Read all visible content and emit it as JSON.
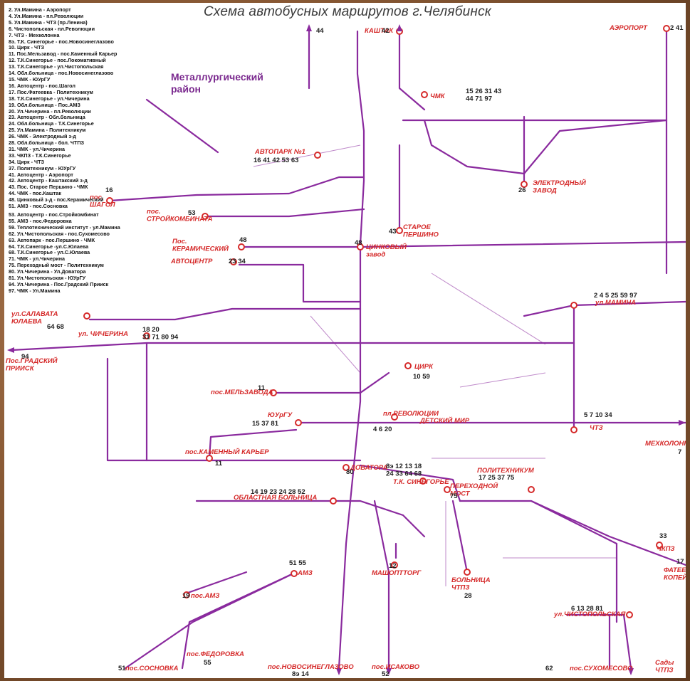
{
  "title": "Схема автобусных маршрутов г.Челябинск",
  "district_label": [
    "Металлургический",
    "район"
  ],
  "legend_top": [
    "2. Ул.Мамина - Аэропорт",
    "4. Ул.Мамина - пл.Революции",
    "5. Ул.Мамина - ЧТЗ (пр.Ленина)",
    "6. Чистопольская - пл.Революции",
    "7. ЧТЗ - Мехколонна",
    "8э. Т.К. Синегорье - пос.Новосинеглазово",
    "10. Цирк - ЧТЗ",
    "11. Пос.Мельзавод - пос.Каменный Карьер",
    "12. Т.К.Синегорье - пос.Локомативный",
    "13. Т.К.Синегорье - ул.Чистопольская",
    "14. Обл.больница - пос.Новосинеглазово",
    "15. ЧМК - ЮУрГУ",
    "16. Автоцентр - пос.Шагол",
    "17. Пос.Фатеевка - Политехникум",
    "18. Т.К.Синегорье - ул.Чичерина",
    "19. Обл.больница - Пос.АМЗ",
    "20. Ул.Чичерина - пл.Революции",
    "23. Автоцентр - Обл.больница",
    "24. Обл.больница - Т.К.Синегорье",
    "25. Ул.Мамина - Политехникум",
    "26. ЧМК - Электродный з-д",
    "28. Обл.больница - бол. ЧТПЗ",
    "31. ЧМК - ул.Чичерина",
    "33. ЧКПЗ - Т.К.Синегорье",
    "34. Цирк - ЧТЗ",
    "37. Политехникум - ЮУрГУ",
    "41. Автоцентр - Аэропорт",
    "42. Автоцентр - Каштакский з-д",
    "43. Пос. Старое Першино - ЧМК",
    "44. ЧМК - пос.Каштак",
    "48. Цинковый з-д - пос.Керамический",
    "51. АМЗ - пос.Сосновка"
  ],
  "legend_bottom": [
    "53. Автоцентр - пос.Стройкомбинат",
    "55. АМЗ - пос.Федоровка",
    "59. Теплотехнический институт - ул.Мамина",
    "62. Ул.Чистопольская - пос.Сухомесово",
    "63. Автопарк - пос.Першино - ЧМК",
    "64. Т.К.Синегорье -ул.С.Юлаева",
    "68. Т.К.Синегорье - ул.С.Юлаева",
    "71. ЧМК - ул.Чичерина",
    "75. Переходный мост - Политехникум",
    "80. Ул.Чичерина - Ул.Доватора",
    "81. Ул.Чистопольская - ЮУрГУ",
    "94. Ул.Чичерина - Пос.Градский Прииск",
    "97. ЧМК - Ул.Мамина"
  ],
  "stops": [
    {
      "id": "kashtak",
      "name": "КАШТАК",
      "routes": "42"
    },
    {
      "id": "kashtak44",
      "name": "",
      "routes": "44"
    },
    {
      "id": "aeroport",
      "name": "АЭРОПОРТ",
      "routes": "2 41"
    },
    {
      "id": "chmk",
      "name": "ЧМК",
      "routes": "15 26 31 43\n44 71 97"
    },
    {
      "id": "avtopark",
      "name": "АВТОПАРК №1",
      "routes": "16 41 42 53 63"
    },
    {
      "id": "electrod",
      "name": "ЭЛЕКТРОДНЫЙ\nЗАВОД",
      "routes": "26"
    },
    {
      "id": "shagol",
      "name": "пос.\nШАГОЛ",
      "routes": "16"
    },
    {
      "id": "stroikomb",
      "name": "пос.\nСТРОЙКОМБИНАТА",
      "routes": "53"
    },
    {
      "id": "keram",
      "name": "Пос.\nКЕРАМИЧЕСКИЙ",
      "routes": "48"
    },
    {
      "id": "tsink",
      "name": "ЦИНКОВЫЙ\nзавод",
      "routes": "48"
    },
    {
      "id": "pershino",
      "name": "СТАРОЕ\nПЕРШИНО",
      "routes": "43"
    },
    {
      "id": "avtocentr",
      "name": "АВТОЦЕНТР",
      "routes": "23 34"
    },
    {
      "id": "salavata",
      "name": "ул.САЛАВАТА\nЮЛАЕВА",
      "routes": "64 68"
    },
    {
      "id": "chicherina",
      "name": "ул. ЧИЧЕРИНА",
      "routes": "18 20\n31 71 80 94"
    },
    {
      "id": "gradsky",
      "name": "Пос.ГРАДСКИЙ\nПРИИСК",
      "routes": "94"
    },
    {
      "id": "mamina",
      "name": "ул.МАМИНА",
      "routes": "2 4 5 25 59 97"
    },
    {
      "id": "cirk",
      "name": "ЦИРК",
      "routes": "10 59"
    },
    {
      "id": "melzavod",
      "name": "пос.МЕЛЬЗАВОДА",
      "routes": "11"
    },
    {
      "id": "yurgu",
      "name": "ЮУрГУ",
      "routes": "15 37 81"
    },
    {
      "id": "revol",
      "name": "пл.РЕВОЛЮЦИИ",
      "routes": "4 6 20"
    },
    {
      "id": "karier",
      "name": "пос.КАМЕННЫЙ КАРЬЕР",
      "routes": "11"
    },
    {
      "id": "chtz",
      "name": "ЧТЗ",
      "routes": "5 7 10 34"
    },
    {
      "id": "mehkol",
      "name": "МЕХКОЛОНН",
      "routes": "7"
    },
    {
      "id": "dovatora",
      "name": "ДОВАТОРА",
      "routes": "80"
    },
    {
      "id": "sinegorie",
      "name": "Т.К. СИНЕГОРЬЕ",
      "routes": "8э 12 13 18\n24 33 64 68"
    },
    {
      "id": "politeh",
      "name": "ПОЛИТЕХНИКУМ",
      "routes": "17 25 37 75"
    },
    {
      "id": "most",
      "name": "ПЕРЕХОДНОЙ\nМОСТ",
      "routes": "75"
    },
    {
      "id": "oblbol",
      "name": "ОБЛАСТНАЯ БОЛЬНИЦА",
      "routes": "14 19 23 24 28 52"
    },
    {
      "id": "chkpz",
      "name": "ЧКПЗ",
      "routes": "33"
    },
    {
      "id": "fateevka",
      "name": "ФАТЕЕВК\nКОПЕЙ",
      "routes": "17"
    },
    {
      "id": "amz",
      "name": "АМЗ",
      "routes": "51 55"
    },
    {
      "id": "amz19",
      "name": "пос.АМЗ",
      "routes": "19"
    },
    {
      "id": "mashtorg",
      "name": "МАШОПТТОРГ",
      "routes": "12"
    },
    {
      "id": "bolnica",
      "name": "БОЛЬНИЦА\nЧТПЗ",
      "routes": "28"
    },
    {
      "id": "chistop",
      "name": "ул.ЧИСТОПОЛЬСКАЯ",
      "routes": "6 13 28 81"
    },
    {
      "id": "fedorovka",
      "name": "пос.ФЕДОРОВКА",
      "routes": "55"
    },
    {
      "id": "sosnovka",
      "name": "пос.СОСНОВКА",
      "routes": "51"
    },
    {
      "id": "novosin",
      "name": "пос.НОВОСИНЕГЛАЗОВО",
      "routes": "8э 14"
    },
    {
      "id": "isakovo",
      "name": "пос.ИСАКОВО",
      "routes": "52"
    },
    {
      "id": "suhomes",
      "name": "пос.СУХОМЕСОВО",
      "routes": "62"
    },
    {
      "id": "sady",
      "name": "Сады\nЧТПЗ",
      "routes": ""
    },
    {
      "id": "detsky",
      "name": "ДЕТСКИЙ МИР",
      "routes": ""
    }
  ],
  "colors": {
    "route": "#8a2a9e",
    "stop": "#d52a2a",
    "text": "#222222"
  }
}
